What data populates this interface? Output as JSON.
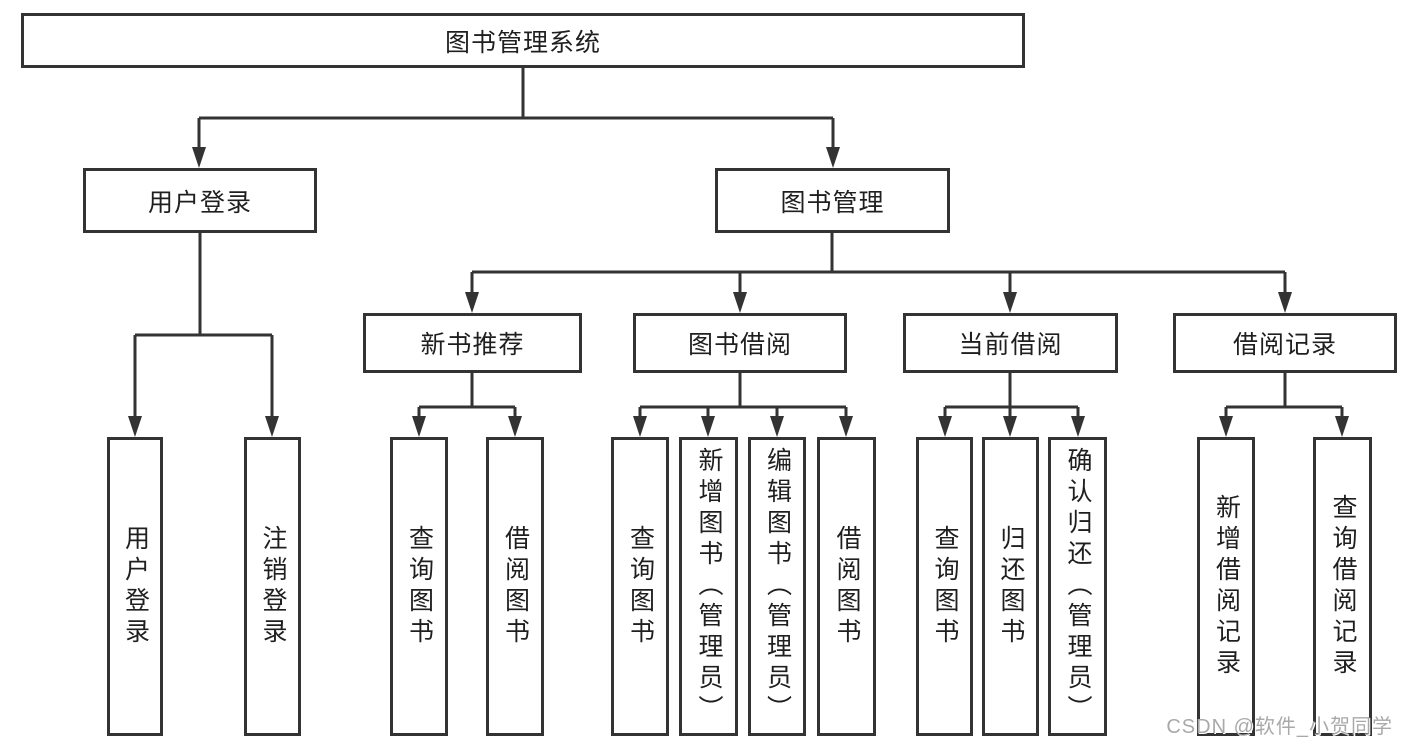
{
  "tree": {
    "root": {
      "label": "图书管理系统",
      "children": [
        {
          "label": "用户登录",
          "children": [
            {
              "label": "用户登录"
            },
            {
              "label": "注销登录"
            }
          ]
        },
        {
          "label": "图书管理",
          "children": [
            {
              "label": "新书推荐",
              "children": [
                {
                  "label": "查询图书"
                },
                {
                  "label": "借阅图书"
                }
              ]
            },
            {
              "label": "图书借阅",
              "children": [
                {
                  "label": "查询图书"
                },
                {
                  "label": "新增图书（管理员）"
                },
                {
                  "label": "编辑图书（管理员）"
                },
                {
                  "label": "借阅图书"
                }
              ]
            },
            {
              "label": "当前借阅",
              "children": [
                {
                  "label": "查询图书"
                },
                {
                  "label": "归还图书"
                },
                {
                  "label": "确认归还（管理员）"
                }
              ]
            },
            {
              "label": "借阅记录",
              "children": [
                {
                  "label": "新增借阅记录"
                },
                {
                  "label": "查询借阅记录"
                }
              ]
            }
          ]
        }
      ]
    }
  },
  "watermark": {
    "text": "CSDN @软件_小贺同学"
  },
  "colors": {
    "line": "#333333",
    "box_bg": "#ffffff",
    "text": "#1f1f1f",
    "background": "#ffffff",
    "watermark": "#a9a9a9"
  }
}
